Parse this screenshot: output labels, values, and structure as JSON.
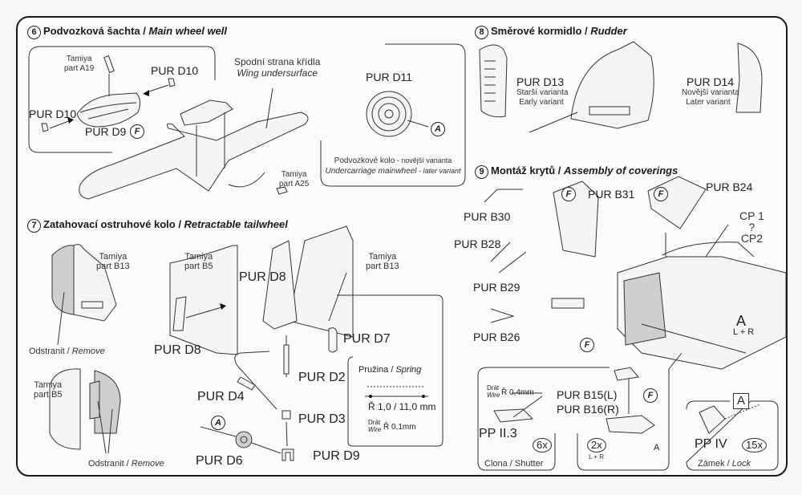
{
  "sections": {
    "s6": {
      "number": "6",
      "title_cz": "Podvozková šachta / ",
      "title_en": "Main wheel well",
      "labels": {
        "tamiya_a19_l1": "Tamiya",
        "tamiya_a19_l2": "part A19",
        "pur_d10_top": "PUR D10",
        "pur_d10_left": "PUR D10",
        "pur_d9": "PUR D9",
        "wing_cz": "Spodní strana křídla",
        "wing_en": "Wing undersurface",
        "tamiya_a25_l1": "Tamiya",
        "tamiya_a25_l2": "part A25",
        "f_mark": "F"
      },
      "wheel": {
        "part": "PUR D11",
        "desc_cz": "Podvozkové kolo",
        "desc_cz_sub": " - novější varianta",
        "desc_en": "Undercarriage mainwheel",
        "desc_en_sub": " - later variant",
        "a_mark": "A"
      }
    },
    "s7": {
      "number": "7",
      "title_cz": "Zatahovací ostruhové kolo / ",
      "title_en": "Retractable tailwheel",
      "labels": {
        "tamiya_b13_l1": "Tamiya",
        "tamiya_b13_l2": "part B13",
        "remove1_cz": "Odstranit / ",
        "remove1_en": "Remove",
        "tamiya_b5_l1": "Tamiya",
        "tamiya_b5_l2": "part B5",
        "remove2_cz": "Odstranit / ",
        "remove2_en": "Remove",
        "tamiya_b5b_l1": "Tamiya",
        "tamiya_b5b_l2": "part B5",
        "pur_d8_a": "PUR D8",
        "pur_d8_b": "PUR D8",
        "tamiya_b13b_l1": "Tamiya",
        "tamiya_b13b_l2": "part B13",
        "pur_d7": "PUR D7",
        "pur_d2": "PUR D2",
        "pur_d4": "PUR D4",
        "pur_d3": "PUR D3",
        "pur_d6": "PUR D6",
        "pur_d9": "PUR D9",
        "a_mark": "A"
      },
      "spring": {
        "title_cz": "Pružina / ",
        "title_en": "Spring",
        "dims": "Ř 1,0 / 11,0 mm",
        "wire_cz": "Drát",
        "wire_en": "Wire",
        "wire_dim": "Ř 0,1mm"
      }
    },
    "s8": {
      "number": "8",
      "title_cz": "Směrové kormidlo / ",
      "title_en": "Rudder",
      "d13": {
        "part": "PUR D13",
        "cz": "Starší  varianta",
        "en": "Early variant"
      },
      "d14": {
        "part": "PUR D14",
        "cz": "Novější varianta",
        "en": "Later variant"
      }
    },
    "s9": {
      "number": "9",
      "title_cz": "Montáž krytů / ",
      "title_en": "Assembly of coverings",
      "labels": {
        "pur_b31": "PUR B31",
        "pur_b24": "PUR B24",
        "pur_b30": "PUR B30",
        "pur_b28": "PUR B28",
        "pur_b29": "PUR B29",
        "pur_b26": "PUR B26",
        "cp1": "CP 1",
        "cp_q": "?",
        "cp2": "CP2",
        "a_big": "A",
        "lr": "L + R",
        "f_mark": "F"
      },
      "shutter": {
        "wire_cz": "Drát",
        "wire_en": "Wire",
        "wire_dim": "Ř 0,4mm",
        "part": "PP II.3",
        "qty": "6x",
        "caption": "Clona / Shutter"
      },
      "b15": {
        "part_l": "PUR B15(L)",
        "part_r": "PUR B16(R)",
        "qty": "2x",
        "lr": "L + R",
        "a": "A"
      },
      "lock": {
        "tag": "A",
        "part": "PP IV",
        "qty": "15x",
        "caption_cz": "Zámek / ",
        "caption_en": "Lock"
      }
    }
  }
}
